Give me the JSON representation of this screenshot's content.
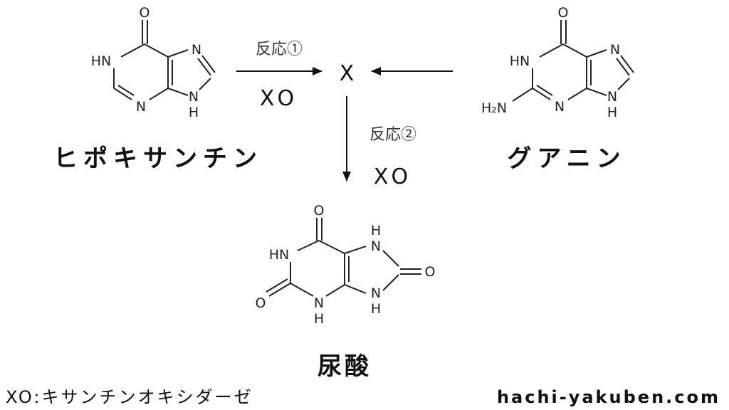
{
  "hypoxanthine": {
    "name": "ヒポキサンチン",
    "atoms": {
      "o": "O",
      "hn": "HN",
      "n_bottom": "N",
      "n_top": "N",
      "n9": "N",
      "h9": "H"
    }
  },
  "guanine": {
    "name": "グアニン",
    "atoms": {
      "o": "O",
      "hn": "HN",
      "n_bottom": "N",
      "n_top": "N",
      "n9": "N",
      "h9": "H",
      "h2n": "H₂N"
    }
  },
  "uric_acid": {
    "name": "尿酸",
    "atoms": {
      "o6": "O",
      "o2": "O",
      "o8": "O",
      "hn1": "HN",
      "n3": "N",
      "h3": "H",
      "n7": "N",
      "h7": "H",
      "n9": "N",
      "h9": "H"
    }
  },
  "reaction1": {
    "label": "反応①",
    "enzyme": "XO"
  },
  "reaction2": {
    "label": "反応②",
    "enzyme": "XO"
  },
  "intermediate": "X",
  "legend": "XO:キサンチンオキシダーゼ",
  "watermark": "hachi-yakuben.com"
}
